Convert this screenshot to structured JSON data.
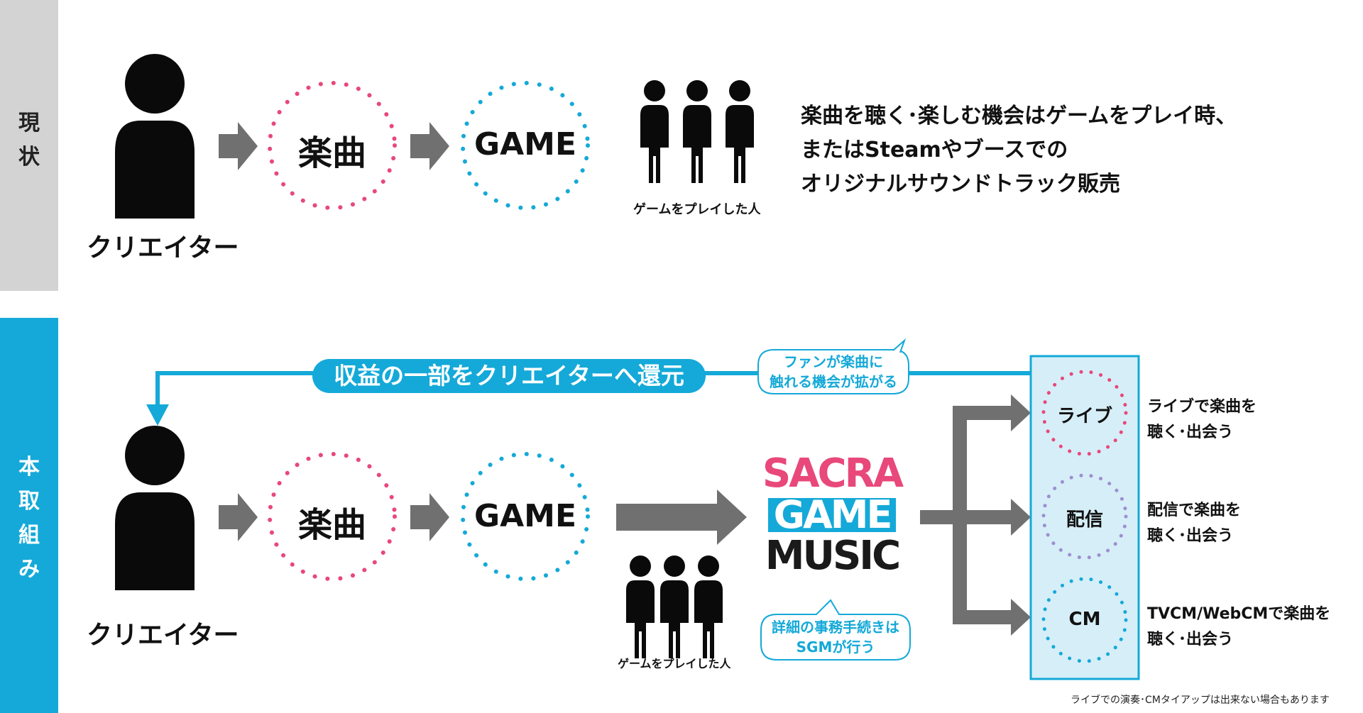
{
  "sections": {
    "current": {
      "label_chars": [
        "現",
        "状"
      ]
    },
    "new": {
      "label_chars": [
        "本",
        "取",
        "組",
        "み"
      ]
    }
  },
  "current_flow": {
    "creator_label": "クリエイター",
    "music_label": "楽曲",
    "game_label": "GAME",
    "players_label": "ゲームをプレイした人",
    "description_lines": [
      "楽曲を聴く･楽しむ機会はゲームをプレイ時、",
      "またはSteamやブースでの",
      "オリジナルサウンドトラック販売"
    ]
  },
  "new_flow": {
    "creator_label": "クリエイター",
    "music_label": "楽曲",
    "game_label": "GAME",
    "players_label": "ゲームをプレイした人",
    "revenue_banner": "収益の一部をクリエイターへ還元",
    "fan_bubble_lines": [
      "ファンが楽曲に",
      "触れる機会が拡がる"
    ],
    "logo_lines": [
      "SACRA",
      "GAME",
      "MUSIC"
    ],
    "sgm_bubble_lines": [
      "詳細の事務手続きは",
      "SGMが行う"
    ],
    "outlets": [
      {
        "label": "ライブ",
        "lines": [
          "ライブで楽曲を",
          "聴く･出会う"
        ],
        "color": "#e8487a"
      },
      {
        "label": "配信",
        "lines": [
          "配信で楽曲を",
          "聴く･出会う"
        ],
        "color": "#9d8fd0"
      },
      {
        "label": "CM",
        "lines": [
          "TVCM/WebCMで楽曲を",
          "聴く･出会う"
        ],
        "color": "#14a9d8"
      }
    ],
    "footnote": "ライブでの演奏･CMタイアップは出来ない場合もあります"
  },
  "colors": {
    "accent_blue": "#14a9d8",
    "accent_pink": "#e8487a",
    "accent_purple": "#9d8fd0",
    "arrow_gray": "#707070",
    "panel_bg": "#d6eef8",
    "band_gray": "#d3d3d3"
  },
  "icons": [
    "person-icon",
    "people-group-icon",
    "arrow-right-icon",
    "arrow-down-icon"
  ]
}
